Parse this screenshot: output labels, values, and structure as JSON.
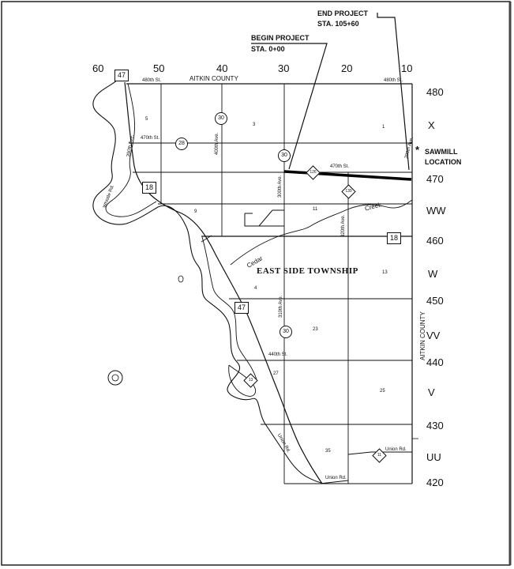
{
  "grid_top": {
    "g60": "60",
    "g50": "50",
    "g40": "40",
    "g30": "30",
    "g20": "20",
    "g10": "10"
  },
  "grid_right": {
    "n480": "480",
    "x": "X",
    "n470": "470",
    "ww": "WW",
    "n460": "460",
    "w": "W",
    "n450": "450",
    "vv": "VV",
    "n440": "440",
    "v": "V",
    "n430": "430",
    "uu": "UU",
    "n420": "420"
  },
  "callouts": {
    "end_project": "END PROJECT",
    "end_station": "STA. 105+60",
    "begin_project": "BEGIN PROJECT",
    "begin_station": "STA. 0+00",
    "sawmill_marker": "*",
    "sawmill": "SAWMILL",
    "location": "LOCATION"
  },
  "county_top": "AITKIN COUNTY",
  "county_right": "AITKIN COUNTY",
  "township": "EAST SIDE TOWNSHIP",
  "creek": {
    "cedar": "Cedar",
    "creek": "Creek"
  },
  "routes": {
    "r47a": "47",
    "r47b": "47",
    "r18a": "18",
    "r18b": "18",
    "r30a": "30",
    "r30b": "30",
    "r30c": "30",
    "r28": "28"
  },
  "roads": {
    "st480": "480th St.",
    "st480r": "480th St.",
    "st470a": "470th St.",
    "st470b": "470th St.",
    "st440": "440th St.",
    "ave390a": "390th Ave.",
    "ave390b": "390th Ave.",
    "ave300": "300th Ave.",
    "ave400": "400th Ave.",
    "ave310": "310th Ave.",
    "ave_n": "320th Ave.",
    "rd_whistle": "Whistle Rd.",
    "rd_union_a": "Union Rd.",
    "rd_union_b": "Union Rd.",
    "rd_south": "Union Rd."
  },
  "sections": {
    "s5": "5",
    "s3": "3",
    "s1": "1",
    "s9": "9",
    "s11": "11",
    "s13": "13",
    "s23": "23",
    "s27": "27",
    "s25": "25",
    "s35": "35",
    "s4": "4"
  },
  "colors": {
    "ink": "#111111",
    "paper": "#ffffff",
    "project": "#000000"
  }
}
